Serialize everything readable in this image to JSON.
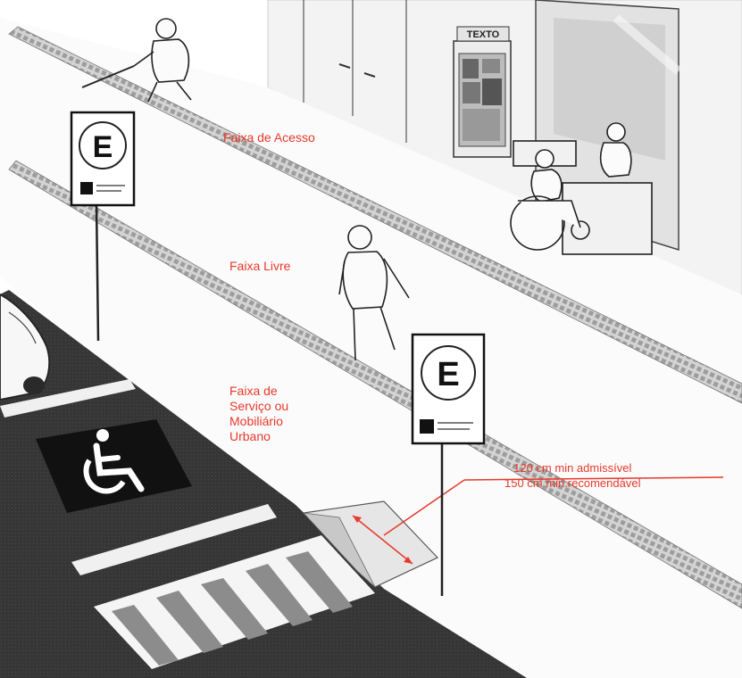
{
  "labels": {
    "faixa_acesso": "Faixa de Acesso",
    "faixa_livre": "Faixa Livre",
    "faixa_servico": [
      "Faixa de",
      "Serviço ou",
      "Mobiliário",
      "Urbano"
    ],
    "measure_min": "120 cm min admissível",
    "measure_rec": "150 cm min.recomendável"
  },
  "signs": {
    "letter": "E"
  },
  "storefront": {
    "sign": "TEXTO"
  },
  "colors": {
    "annotation": "#e8392b",
    "asphalt": "#3a3a3a",
    "tactile": "#bdbdbd",
    "outline": "#222222"
  }
}
